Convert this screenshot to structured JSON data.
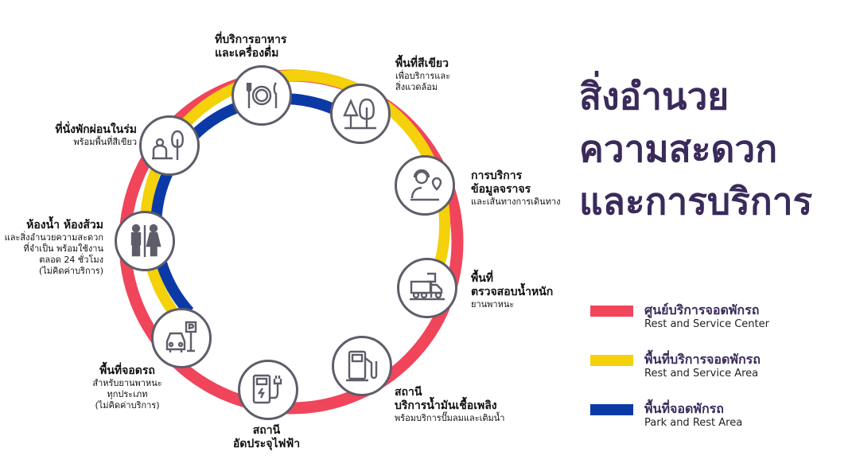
{
  "title": [
    "สิ่งอำนวย",
    "ความสะดวก",
    "และการบริการ"
  ],
  "colors": {
    "rest_service_center": "#f0455a",
    "rest_service_area": "#f4d10a",
    "park_rest_area": "#0b3aa6",
    "icon": "#5e5d69",
    "title": "#3a2b5b"
  },
  "facilities": [
    {
      "icon": "fork-plate-knife-icon",
      "title": [
        "ที่บริการอาหาร",
        "และเครื่องดื่ม"
      ],
      "desc": []
    },
    {
      "icon": "trees-icon",
      "title": [
        "พื้นที่สีเขียว"
      ],
      "desc": [
        "เพื่อบริการและ",
        "สิ่งแวดล้อม"
      ]
    },
    {
      "icon": "support-agent-icon",
      "title": [
        "การบริการ",
        "ข้อมูลจราจร"
      ],
      "desc": [
        "และเส้นทางการเดินทาง"
      ]
    },
    {
      "icon": "weigh-truck-icon",
      "title": [
        "พื้นที่",
        "ตรวจสอบน้ำหนัก"
      ],
      "desc": [
        "ยานพาหนะ"
      ]
    },
    {
      "icon": "fuel-pump-icon",
      "title": [
        "สถานี",
        "บริการน้ำมันเชื้อเพลิง"
      ],
      "desc": [
        "พร้อมบริการปั๊มลมและเติมน้ำ"
      ]
    },
    {
      "icon": "ev-charger-icon",
      "title": [
        "สถานี",
        "อัดประจุไฟฟ้า"
      ],
      "desc": []
    },
    {
      "icon": "parking-car-icon",
      "title": [
        "พื้นที่จอดรถ"
      ],
      "desc": [
        "สำหรับยานพาหนะ",
        "ทุกประเภท",
        "(ไม่คิดค่าบริการ)"
      ]
    },
    {
      "icon": "restroom-icon",
      "title": [
        "ห้องน้ำ ห้องส้วม"
      ],
      "desc": [
        "และสิ่งอำนวยความสะดวก",
        "ที่จำเป็น พร้อมใช้งาน",
        "ตลอด 24 ชั่วโมง",
        "(ไม่คิดค่าบริการ)"
      ]
    },
    {
      "icon": "shaded-seating-icon",
      "title": [
        "ที่นั่งพักผ่อนในร่ม"
      ],
      "desc": [
        "พร้อมพื้นที่สีเขียว"
      ]
    }
  ],
  "legend": [
    {
      "th": "ศูนย์บริการจอดพักรถ",
      "en": "Rest and Service Center",
      "color": "#f0455a"
    },
    {
      "th": "พื้นที่บริการจอดพักรถ",
      "en": "Rest and Service Area",
      "color": "#f4d10a"
    },
    {
      "th": "พื้นที่จอดพักรถ",
      "en": "Park and Rest Area",
      "color": "#0b3aa6"
    }
  ]
}
